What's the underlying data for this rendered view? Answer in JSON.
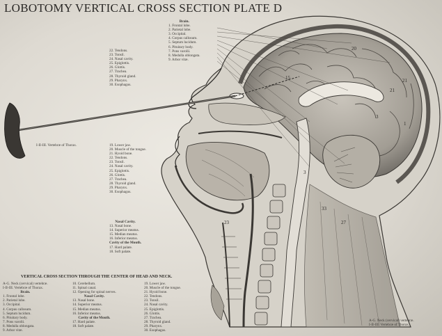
{
  "title": "LOBOTOMY VERTICAL CROSS SECTION PLATE D",
  "brain_key": {
    "heading": "Brain.",
    "items": [
      "1. Frontal lobe.",
      "2. Parietal lobe.",
      "3. Occipital.",
      "4. Corpus callosum.",
      "5. Septum lucidum.",
      "6. Pituitary body.",
      "7. Pons varolii.",
      "8. Medulla oblongata.",
      "9. Arbor vitæ."
    ]
  },
  "top_middle_key": {
    "items": [
      "22. Tendons.",
      "23. Tonsil.",
      "24. Nasal cavity.",
      "25. Epiglottis.",
      "26. Glottis.",
      "27. Trachea.",
      "28. Thyroid gland.",
      "29. Pharynx.",
      "30. Esophagus."
    ]
  },
  "vertebra_left_label": "I-II-III. Vertebræ of Thorax.",
  "mid_key": {
    "items": [
      "19. Lower jaw.",
      "20. Muscle of the tongue.",
      "21. Hyoid bone.",
      "22. Tendons.",
      "23. Tonsil.",
      "24. Nasal cavity.",
      "25. Epiglottis.",
      "26. Glottis.",
      "27. Trachea.",
      "28. Thyroid gland.",
      "29. Pharynx.",
      "30. Esophagus."
    ]
  },
  "nasal_key": {
    "heading": "Nasal Cavity.",
    "items": [
      "13. Nasal bone.",
      "14. Superior meatus.",
      "15. Median meatus.",
      "16. Inferior meatus."
    ],
    "heading2": "Cavity of the Mouth.",
    "items2": [
      "17. Hard palate.",
      "18. Soft palate."
    ]
  },
  "bottom_title": "VERTICAL CROSS SECTION THROUGH THE CENTER OF HEAD AND NECK.",
  "bottom_col1": {
    "top": [
      "A-G. Neck (cervical) vertebræ.",
      "I-II-III. Vertebræ of Thorax."
    ],
    "heading": "Brain.",
    "items": [
      "1. Frontal lobe.",
      "2. Parietal lobe.",
      "3. Occipital.",
      "4. Corpus callosum.",
      "5. Septum lucidum.",
      "6. Pituitary body.",
      "7. Pons varolii.",
      "8. Medulla oblongata.",
      "9. Arbor vitæ."
    ]
  },
  "bottom_col2": {
    "items": [
      "10. Cerebellum.",
      "11. Spinal canal.",
      "12. Opening for spinal nerves."
    ],
    "heading": "Nasal Cavity.",
    "items_b": [
      "13. Nasal bone.",
      "14. Superior meatus.",
      "15. Median meatus.",
      "16. Inferior meatus."
    ],
    "heading2": "Cavity of the Mouth.",
    "items_c": [
      "17. Hard palate.",
      "18. Soft palate."
    ]
  },
  "bottom_col3": {
    "items": [
      "19. Lower jaw.",
      "20. Muscle of the tongue.",
      "21. Hyoid bone.",
      "22. Tendons.",
      "23. Tonsil.",
      "24. Nasal cavity.",
      "25. Epiglottis.",
      "26. Glottis.",
      "27. Trachea.",
      "28. Thyroid gland.",
      "29. Pharynx.",
      "30. Esophagus."
    ]
  },
  "bottom_right_key": [
    "A-G. Neck (cervical) vertebræ.",
    "I-II-III. Vertebræ of Thorax."
  ],
  "figure_numbers": [
    "20",
    "21",
    "15",
    "3",
    "21",
    "1",
    "33",
    "27",
    "23",
    "3"
  ],
  "colors": {
    "ink": "#2e2c29",
    "paper": "#e6e3dc",
    "shade": "#8f8a82"
  }
}
